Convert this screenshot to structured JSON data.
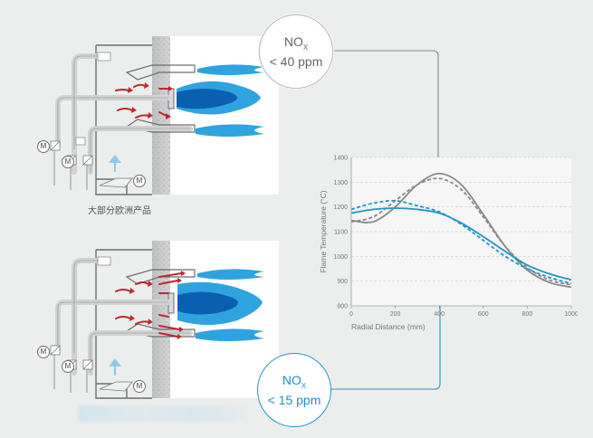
{
  "top_panel": {
    "caption": "大部分欧洲产品",
    "nox_badge": {
      "line1": "NO",
      "sub": "X",
      "line2": "< 40 ppm"
    }
  },
  "bottom_panel": {
    "caption": "",
    "nox_badge": {
      "line1": "NO",
      "sub": "X",
      "line2": "< 15 ppm"
    }
  },
  "motor_label": "M",
  "colors": {
    "background": "#eceded",
    "burner_bg": "#ffffff",
    "wall": "#c8c9ca",
    "pipe": "#cfd1d3",
    "air_arrow": "#c0272d",
    "flame_light": "#2ea3e0",
    "flame_dark": "#0a5fb0",
    "fan_arrow": "#8ec9ea",
    "gray_series": "#8a8a8a",
    "blue_series": "#2196c9"
  },
  "chart_data": {
    "type": "line",
    "title": "",
    "xlabel": "Radial Distance (mm)",
    "ylabel": "Flame Temperature (°C)",
    "xlim": [
      0,
      1000
    ],
    "ylim": [
      800,
      1400
    ],
    "xticks": [
      0,
      200,
      400,
      600,
      800,
      1000
    ],
    "yticks": [
      800,
      900,
      1000,
      1100,
      1200,
      1300,
      1400
    ],
    "grid": "horizontal dashed",
    "series": [
      {
        "color": "#8a8a8a",
        "dash": false,
        "x": [
          0,
          100,
          200,
          300,
          400,
          500,
          600,
          700,
          800,
          900,
          1000
        ],
        "y": [
          1145,
          1140,
          1200,
          1290,
          1335,
          1290,
          1170,
          1040,
          945,
          895,
          875
        ]
      },
      {
        "color": "#8a8a8a",
        "dash": true,
        "x": [
          0,
          100,
          200,
          300,
          400,
          500,
          600,
          700,
          800,
          900,
          1000
        ],
        "y": [
          1140,
          1160,
          1225,
          1290,
          1315,
          1270,
          1160,
          1040,
          955,
          905,
          885
        ]
      },
      {
        "color": "#2196c9",
        "dash": false,
        "x": [
          0,
          100,
          200,
          300,
          400,
          500,
          600,
          700,
          800,
          900,
          1000
        ],
        "y": [
          1175,
          1190,
          1195,
          1190,
          1175,
          1135,
          1080,
          1020,
          965,
          930,
          905
        ]
      },
      {
        "color": "#2196c9",
        "dash": true,
        "x": [
          0,
          100,
          200,
          300,
          400,
          500,
          600,
          700,
          800,
          900,
          1000
        ],
        "y": [
          1190,
          1215,
          1225,
          1205,
          1180,
          1130,
          1065,
          1000,
          950,
          915,
          890
        ]
      }
    ]
  }
}
